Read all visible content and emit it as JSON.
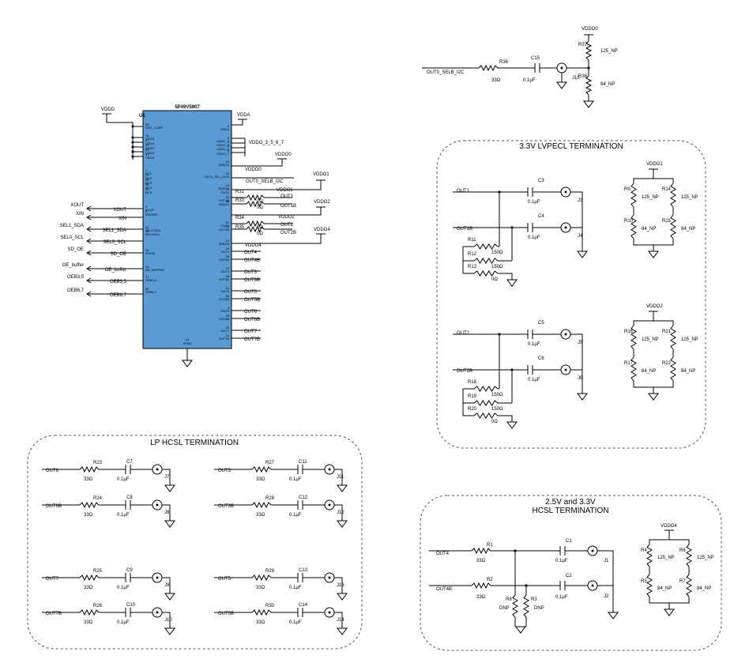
{
  "colors": {
    "ic_fill": "#5b9bd5",
    "wire": "#000000",
    "box_border": "#555555"
  },
  "chip": {
    "ref": "U1",
    "part": "5P49V5907",
    "left_pins": [
      {
        "num": "25",
        "name": "VDD_CORE"
      },
      {
        "num": "15",
        "name": "VDDD"
      },
      {
        "num": "27",
        "name": "VDDA"
      },
      {
        "num": "28",
        "name": "VDD3"
      },
      {
        "num": "32",
        "name": "VDDX"
      },
      {
        "num": "37",
        "name": "VDDA"
      },
      {
        "num": "1",
        "name": "NC1"
      },
      {
        "num": "21",
        "name": "NC2"
      },
      {
        "num": "22",
        "name": "NC3"
      },
      {
        "num": "36",
        "name": "NC4"
      },
      {
        "num": "33",
        "name": "NC5"
      },
      {
        "num": "2",
        "name": "XOUT"
      },
      {
        "num": "3",
        "name": "XIN/REF"
      },
      {
        "num": "11",
        "name": "SEL1/SDA"
      },
      {
        "num": "12",
        "name": "SEL0/SCL"
      },
      {
        "num": "16",
        "name": "SD/OE"
      },
      {
        "num": "26",
        "name": "OE_BUFFER"
      },
      {
        "num": "17",
        "name": "OEB3,5"
      },
      {
        "num": "34",
        "name": "OEB6,7"
      }
    ],
    "right_pins": [
      {
        "num": "5",
        "name": "VDDA"
      },
      {
        "num": "6",
        "name": "VDDO_3"
      },
      {
        "num": "7",
        "name": "VDDO_5"
      },
      {
        "num": "8",
        "name": "VDDO_6"
      },
      {
        "num": "9",
        "name": "VDDO_7"
      },
      {
        "num": "10",
        "name": "VDDO0"
      },
      {
        "num": "20",
        "name": "OUT0_SEL_I2CB"
      },
      {
        "num": "23",
        "name": "VDDO1"
      },
      {
        "num": "24",
        "name": "OUT1"
      },
      {
        "num": "30",
        "name": "OUT1B"
      },
      {
        "num": "35",
        "name": "VDDO2"
      },
      {
        "num": "31",
        "name": "OUT2"
      },
      {
        "num": "29",
        "name": "OUT2B"
      },
      {
        "num": "14",
        "name": "VDDO4"
      },
      {
        "num": "19",
        "name": "OUT4"
      },
      {
        "num": "26",
        "name": "OUT4B"
      },
      {
        "num": "13",
        "name": "OUT3"
      },
      {
        "num": "18",
        "name": "OUT3B"
      },
      {
        "num": "16",
        "name": "OUT5"
      },
      {
        "num": "38",
        "name": "OUT5B"
      },
      {
        "num": "4",
        "name": "OUT6"
      },
      {
        "num": "39",
        "name": "OUT6B"
      },
      {
        "num": "40",
        "name": "OUT7"
      },
      {
        "num": "24",
        "name": "OUT7B"
      }
    ],
    "epad_num": "41",
    "epad_name": "EPAD"
  },
  "power": {
    "vddd": "VDDD",
    "vdda": "VDDA",
    "vddo_3567": "VDDO_3_5_6_7",
    "vddo0": "VDDO0",
    "vddo1": "VDDO1",
    "vddo2": "VDDO2",
    "vddo4": "VDDO4"
  },
  "left_nets": [
    {
      "name": "XOUT",
      "inner": "XOUT"
    },
    {
      "name": "XIN",
      "inner": "XIN"
    },
    {
      "name": "SEL1_SDA",
      "inner": "SEL1_SDA"
    },
    {
      "name": "SEL0_SCL",
      "inner": "SEL0_SCL"
    },
    {
      "name": "SD_OE",
      "inner": "SD_OE"
    },
    {
      "name": "OE_buffer",
      "inner": "OE_buffer"
    },
    {
      "name": "OEB3,5",
      "inner": "OEB3,5"
    },
    {
      "name": "OEB6,7",
      "inner": "OEB6,7"
    }
  ],
  "right_nets": {
    "vddo0": "VDDO0",
    "out0": "OUT0_SELB_I2C",
    "vddo1": "VDDO1",
    "out1": "OUT1",
    "out1b": "OUT1B",
    "vddo2": "VDDO2",
    "out2": "OUT2",
    "out2b": "OUT2B",
    "vddo4": "VDDO4",
    "out4": "OUT4",
    "out4b": "OUT4B",
    "out3": "OUT3",
    "out3b": "OUT3B",
    "out5": "OUT5",
    "out5b": "OUT5B",
    "out6": "OUT6",
    "out6b": "OUT6B",
    "out7": "OUT7",
    "out7b": "OUT7B"
  },
  "series_r": [
    {
      "ref": "R31",
      "val": "0Ω"
    },
    {
      "ref": "R33",
      "val": "0Ω"
    },
    {
      "ref": "R34",
      "val": "0Ω"
    },
    {
      "ref": "R35",
      "val": "0Ω"
    }
  ],
  "out0_section": {
    "net": "OUT0_SELB_I2C",
    "r": "R36",
    "r_val": "33Ω",
    "c": "C15",
    "c_val": "0.1µF",
    "j": "J15",
    "vdd": "VDDO0",
    "rt": "R37",
    "rt_val": "125_NP",
    "rb": "R38",
    "rb_val": "84_NP"
  },
  "lvpecl": {
    "title": "3.3V LVPECL TERMINATION",
    "groups": [
      {
        "out": "OUT1",
        "outb": "OUT1B",
        "c1": "C3",
        "c2": "C4",
        "c_val": "0.1µF",
        "j1": "J3",
        "j2": "J4",
        "ra": "R11",
        "ra_val": "150Ω",
        "rb": "R12",
        "rb_val": "150Ω",
        "rc": "R13",
        "rc_val": "0Ω",
        "vdd": "VDDO1",
        "r1": "R9",
        "r2": "R14",
        "r3": "R10",
        "r4": "R15",
        "top_val": "125_NP",
        "bot_val": "84_NP"
      },
      {
        "out": "OUT2",
        "outb": "OUT2B",
        "c1": "C5",
        "c2": "C6",
        "c_val": "0.1µF",
        "j1": "J5",
        "j2": "J6",
        "ra": "R18",
        "ra_val": "150Ω",
        "rb": "R19",
        "rb_val": "150Ω",
        "rc": "R20",
        "rc_val": "0Ω",
        "vdd": "VDDO2",
        "r1": "R16",
        "r2": "R21",
        "r3": "R17",
        "r4": "R22",
        "top_val": "125_NP",
        "bot_val": "84_NP"
      }
    ]
  },
  "lphcsl": {
    "title": "LP HCSL TERMINATION",
    "rows": [
      {
        "net": "OUT6",
        "r": "R23",
        "c": "C7",
        "j": "J7"
      },
      {
        "net": "OUT6B",
        "r": "R24",
        "c": "C8",
        "j": "J8"
      },
      {
        "net": "OUT7",
        "r": "R25",
        "c": "C9",
        "j": "J9"
      },
      {
        "net": "OUT7B",
        "r": "R26",
        "c": "C10",
        "j": "J10"
      },
      {
        "net": "OUT3",
        "r": "R27",
        "c": "C11",
        "j": "J11"
      },
      {
        "net": "OUT3B",
        "r": "R28",
        "c": "C12",
        "j": "J12"
      },
      {
        "net": "OUT5",
        "r": "R29",
        "c": "C13",
        "j": "J13"
      },
      {
        "net": "OUT5B",
        "r": "R30",
        "c": "C14",
        "j": "J14"
      }
    ],
    "r_val": "33Ω",
    "c_val": "0.1µF"
  },
  "hcsl": {
    "title_line1": "2.5V and 3.3V",
    "title_line2": "HCSL TERMINATION",
    "out": "OUT4",
    "outb": "OUT4B",
    "r1": "R1",
    "r2": "R2",
    "r_val": "33Ω",
    "c1": "C1",
    "c2": "C2",
    "c_val": "0.1µF",
    "j1": "J1",
    "j2": "J2",
    "rp1": "R8",
    "rp2": "R3",
    "dnp": "DNP",
    "vdd": "VDDO4",
    "rt1": "R4",
    "rt2": "R6",
    "rb1": "R5",
    "rb2": "R7",
    "top_val": "125_NP",
    "bot_val": "84_NP"
  }
}
